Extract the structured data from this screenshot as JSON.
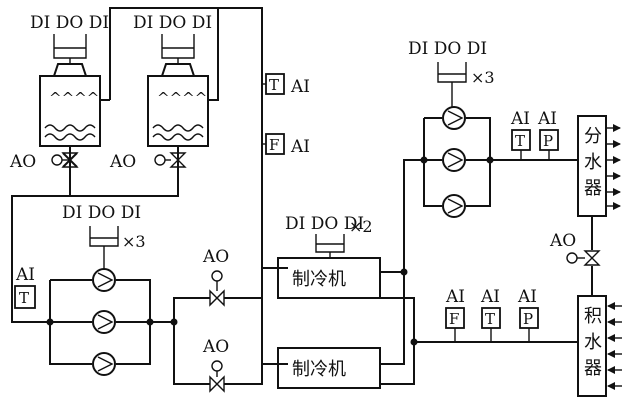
{
  "signals": {
    "didodi": "DI DO DI",
    "ai": "AI",
    "ao": "AO"
  },
  "multipliers": {
    "x3": "×3",
    "x2": "×2"
  },
  "sensors": {
    "temperature": "T",
    "flow": "F",
    "pressure": "P"
  },
  "equipment": {
    "chiller": "制冷机",
    "supply_header": [
      "分",
      "水",
      "器"
    ],
    "return_header": [
      "积",
      "水",
      "器"
    ]
  },
  "colors": {
    "line": "#111111",
    "background": "#ffffff"
  },
  "icons": [
    "pump-icon",
    "valve-icon",
    "cooling-tower-icon",
    "actuator-icon",
    "arrow-icon"
  ]
}
